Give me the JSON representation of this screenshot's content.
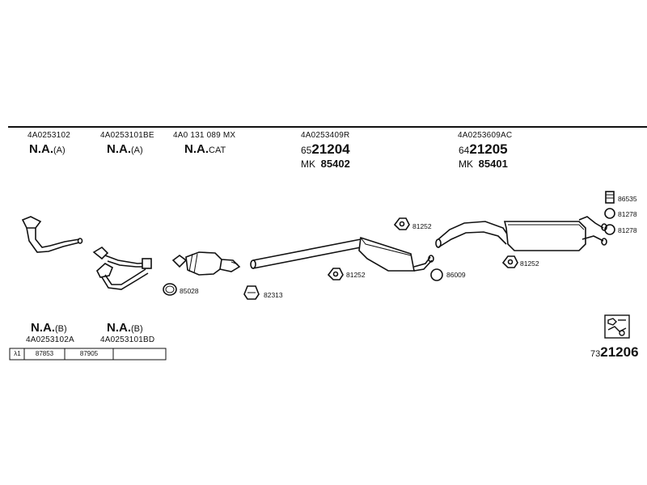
{
  "top_parts": [
    {
      "code": "4A0253102",
      "na_main": "N.A.",
      "na_suffix": "(A)"
    },
    {
      "code": "4A0253101BE",
      "na_main": "N.A.",
      "na_suffix": "(A)"
    },
    {
      "code": "4A0 131 089 MX",
      "na_main": "N.A.",
      "na_suffix": "CAT"
    },
    {
      "code": "4A0253409R",
      "ref_prefix": "65",
      "ref_main": "21204",
      "mk_prefix": "MK",
      "mk_num": "85402"
    },
    {
      "code": "4A0253609AC",
      "ref_prefix": "64",
      "ref_main": "21205",
      "mk_prefix": "MK",
      "mk_num": "85401"
    }
  ],
  "fittings": {
    "f86535": "86535",
    "f81278a": "81278",
    "f81278b": "81278",
    "f81252a": "81252",
    "f81252b": "81252",
    "f81252c": "81252",
    "f86009": "86009",
    "f85028": "85028",
    "f82313": "82313"
  },
  "bottom_parts": [
    {
      "na_main": "N.A.",
      "na_suffix": "(B)",
      "code": "4A0253102A"
    },
    {
      "na_main": "N.A.",
      "na_suffix": "(B)",
      "code": "4A0253101BD"
    }
  ],
  "table": {
    "lambda": "λ1",
    "c1": "87853",
    "c2": "87905"
  },
  "diagram_ref": {
    "prefix": "73",
    "main": "21206"
  }
}
